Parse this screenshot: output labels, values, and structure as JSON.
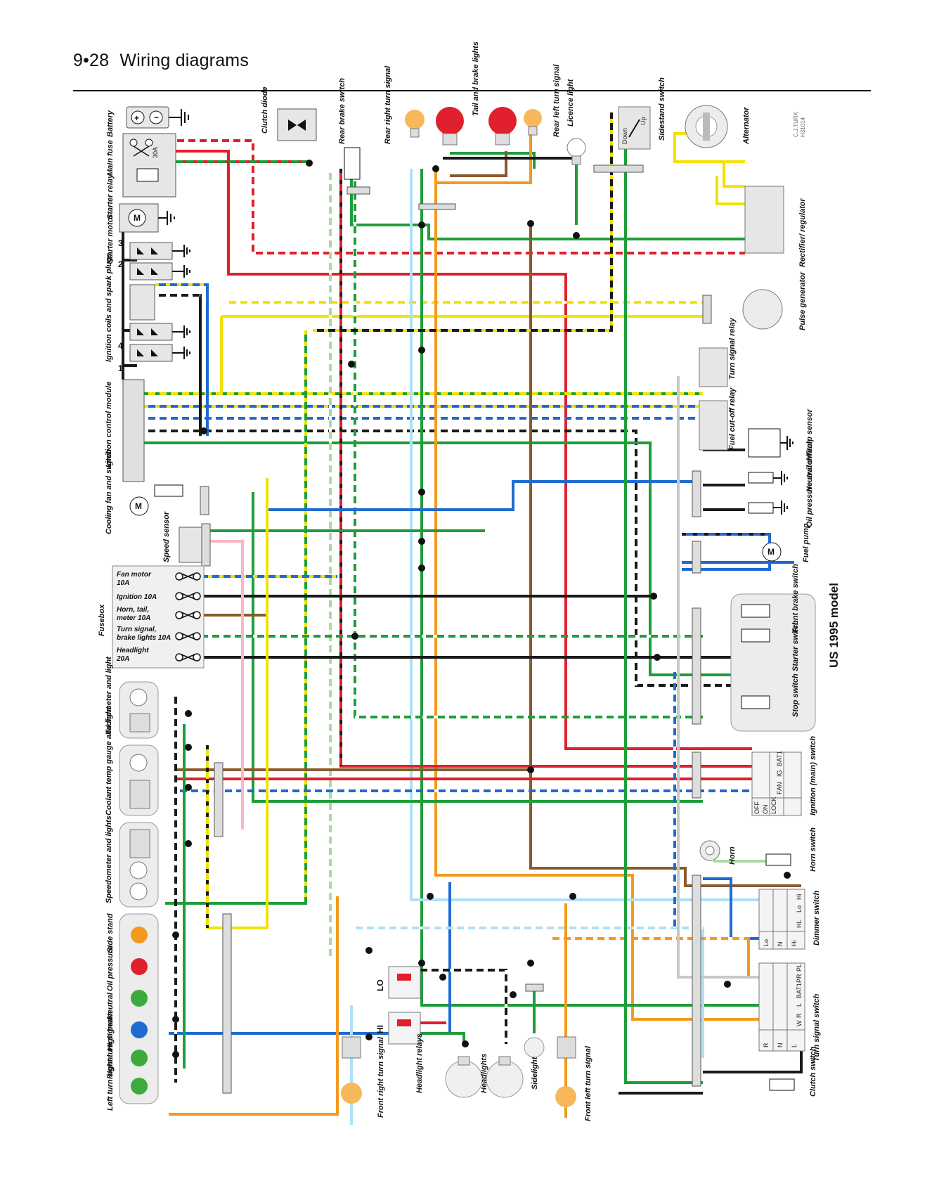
{
  "header": {
    "page_number": "9•28",
    "title": "Wiring diagrams"
  },
  "model_label": "US 1995 model",
  "credit": {
    "line1": "C.J.TURK",
    "line2": "H31014"
  },
  "components": {
    "battery": "Battery",
    "main_fuse": "Main fuse",
    "fuse_rating": "30A",
    "starter_relay": "Starter relay",
    "starter_motor": "Starter motor",
    "ignition_coils": "Ignition coils and spark plugs",
    "ignition_module": "Ignition control module",
    "cooling_fan": "Cooling fan and switch",
    "speed_sensor": "Speed sensor",
    "fusebox": "Fusebox",
    "clutch_diode": "Clutch diode",
    "rear_brake_switch": "Rear brake switch",
    "rear_right_turn": "Rear right turn signal",
    "tail_brake_lights": "Tail and brake lights",
    "rear_left_turn": "Rear left turn signal",
    "licence_light": "Licence light",
    "sidestand_switch": "Sidestand switch",
    "alternator": "Alternator",
    "rectifier": "Rectifier/ regulator",
    "pulse_generator": "Pulse generator",
    "turn_signal_relay": "Turn signal relay",
    "fuel_cutoff_relay": "Fuel cut-off relay",
    "temp_sensor": "Temp sensor",
    "neutral_switch": "Neutral switch",
    "oil_pressure_switch": "Oil pressure switch",
    "fuel_pump": "Fuel pump",
    "front_brake_switch": "Front brake switch",
    "starter_switch": "Starter switch",
    "stop_switch": "Stop switch",
    "ignition_main_switch": "Ignition (main) switch",
    "horn": "Horn",
    "horn_switch": "Horn switch",
    "dimmer_switch": "Dimmer switch",
    "turn_signal_switch": "Turn signal switch",
    "clutch_switch": "Clutch switch",
    "tachometer": "Tachometer and light",
    "coolant_gauge": "Coolant temp gauge and light",
    "speedometer": "Speedometer and lights",
    "side_stand_light": "Side stand",
    "oil_pressure_light": "Oil pressure",
    "neutral_light": "Neutral",
    "high_beam_light": "High beam",
    "right_turn_light": "Right turn signal",
    "left_turn_light": "Left turn signal",
    "front_right_turn": "Front right turn signal",
    "headlight_relays": "Headlight relays",
    "headlights": "Headlights",
    "sidelight": "Sidelight",
    "front_left_turn": "Front left turn signal"
  },
  "fuses": [
    {
      "name": "Fan motor",
      "rating": "10A"
    },
    {
      "name": "Ignition 10A",
      "rating": ""
    },
    {
      "name": "Horn, tail,",
      "rating": "meter 10A"
    },
    {
      "name": "Turn signal,",
      "rating": "brake lights 10A"
    },
    {
      "name": "Headlight",
      "rating": "20A"
    }
  ],
  "coil_numbers": [
    "3",
    "2",
    "4",
    "1"
  ],
  "sidestand_positions": {
    "down": "Down",
    "up": "Up"
  },
  "relay_labels": {
    "lo": "LO",
    "hi": "HI"
  },
  "ignition_switch_table": {
    "rows": [
      "OFF",
      "ON",
      "LOCK"
    ],
    "columns": [
      "FAN",
      "IG",
      "BAT1"
    ]
  },
  "dimmer_switch_table": {
    "rows": [
      "Lo",
      "N",
      "Hi"
    ],
    "columns": [
      "HL",
      "Lo",
      "Hi"
    ]
  },
  "turn_switch_table": {
    "rows": [
      "R",
      "N",
      "L"
    ],
    "columns": [
      "W",
      "R",
      "L",
      "BAT1",
      "PR",
      "PL"
    ]
  },
  "colors": {
    "black": "#1a1a1a",
    "red": "#e0202c",
    "green": "#1e9e3a",
    "blue": "#1f6bd0",
    "yellow": "#f2e200",
    "orange": "#f39a1e",
    "brown": "#8b5a2b",
    "lightblue": "#aee0f6",
    "lightgreen": "#a8dca0",
    "white": "#ffffff",
    "grey": "#c8c8c8",
    "pink": "#f6b8c8"
  }
}
